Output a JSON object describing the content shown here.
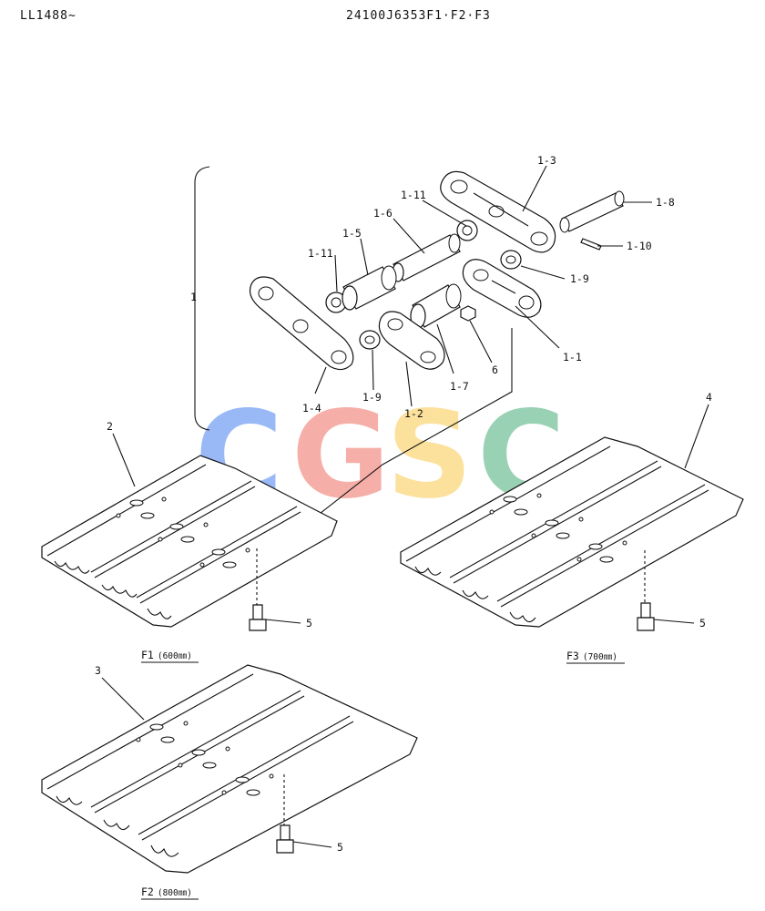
{
  "header": {
    "left": "LL1488~",
    "center": "24100J6353F1·F2·F3"
  },
  "watermark": {
    "letters": [
      {
        "char": "C",
        "color": "#5b8ef2"
      },
      {
        "char": "G",
        "color": "#f07f73"
      },
      {
        "char": "S",
        "color": "#f9d060"
      },
      {
        "char": "C",
        "color": "#5ab585"
      }
    ]
  },
  "callouts": {
    "assembly": "1",
    "p1_1": "1-1",
    "p1_2": "1-2",
    "p1_3": "1-3",
    "p1_4": "1-4",
    "p1_5": "1-5",
    "p1_6": "1-6",
    "p1_7": "1-7",
    "p1_8": "1-8",
    "p1_9a": "1-9",
    "p1_9b": "1-9",
    "p1_10": "1-10",
    "p1_11a": "1-11",
    "p1_11b": "1-11",
    "p2": "2",
    "p3": "3",
    "p4": "4",
    "p5a": "5",
    "p5b": "5",
    "p5c": "5",
    "p6": "6"
  },
  "captions": {
    "f1": "F1",
    "f1_size": "(600㎜)",
    "f2": "F2",
    "f2_size": "(800㎜)",
    "f3": "F3",
    "f3_size": "(700㎜)"
  }
}
